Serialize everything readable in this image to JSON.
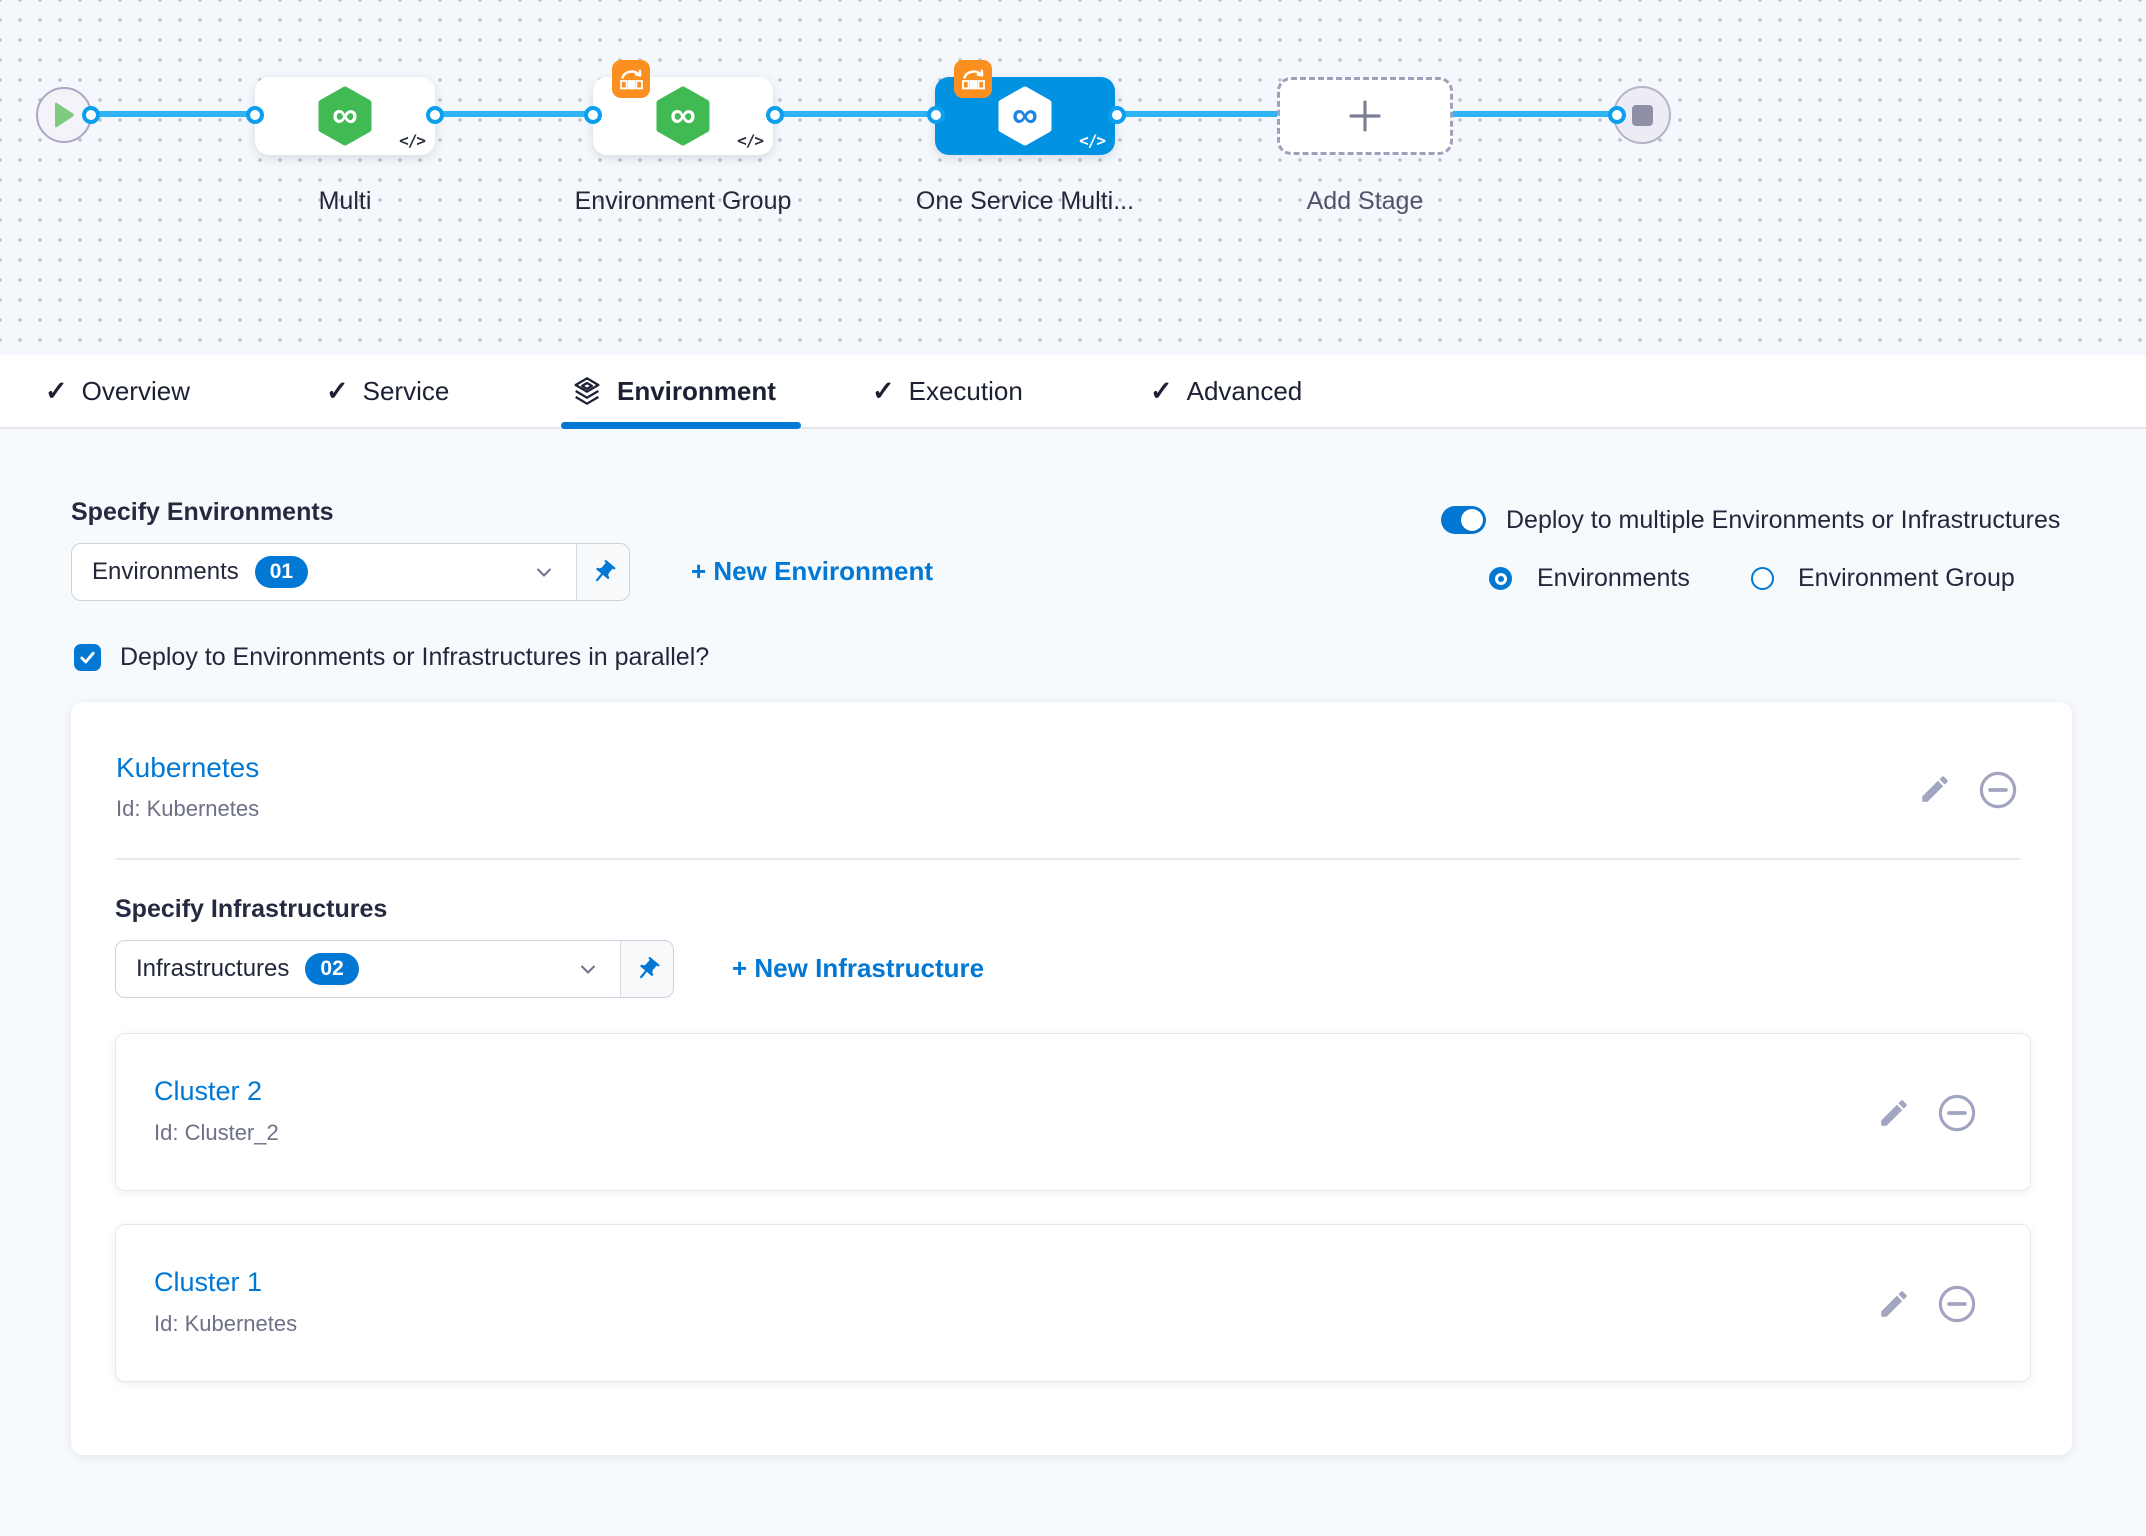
{
  "colors": {
    "primary_blue": "#0278D5",
    "selected_node_blue": "#0192E1",
    "connector_blue": "#2EB4F2",
    "service_green": "#42BA53",
    "badge_orange": "#FB9021",
    "link_blue": "#0278D5"
  },
  "pipeline": {
    "code_glyph": "</>",
    "stages": [
      {
        "label": "Multi"
      },
      {
        "label": "Environment Group"
      },
      {
        "label": "One Service Multi..."
      },
      {
        "label": "Add Stage"
      }
    ]
  },
  "tabs": [
    {
      "label": "Overview"
    },
    {
      "label": "Service"
    },
    {
      "label": "Environment"
    },
    {
      "label": "Execution"
    },
    {
      "label": "Advanced"
    }
  ],
  "environment": {
    "specify_environments_label": "Specify Environments",
    "environments_dropdown": {
      "value": "Environments",
      "count": "01"
    },
    "new_environment_link": "+ New Environment",
    "deploy_multiple_toggle_label": "Deploy to multiple Environments or Infrastructures",
    "radio_environments_label": "Environments",
    "radio_environment_group_label": "Environment Group",
    "parallel_checkbox_label": "Deploy to Environments or Infrastructures in parallel?",
    "environment_card": {
      "name": "Kubernetes",
      "id": "Id: Kubernetes",
      "specify_infrastructures_label": "Specify Infrastructures",
      "infrastructures_dropdown": {
        "value": "Infrastructures",
        "count": "02"
      },
      "new_infrastructure_link": "+ New Infrastructure",
      "infrastructures": [
        {
          "name": "Cluster 2",
          "id": "Id: Cluster_2"
        },
        {
          "name": "Cluster 1",
          "id": "Id: Kubernetes"
        }
      ]
    }
  }
}
